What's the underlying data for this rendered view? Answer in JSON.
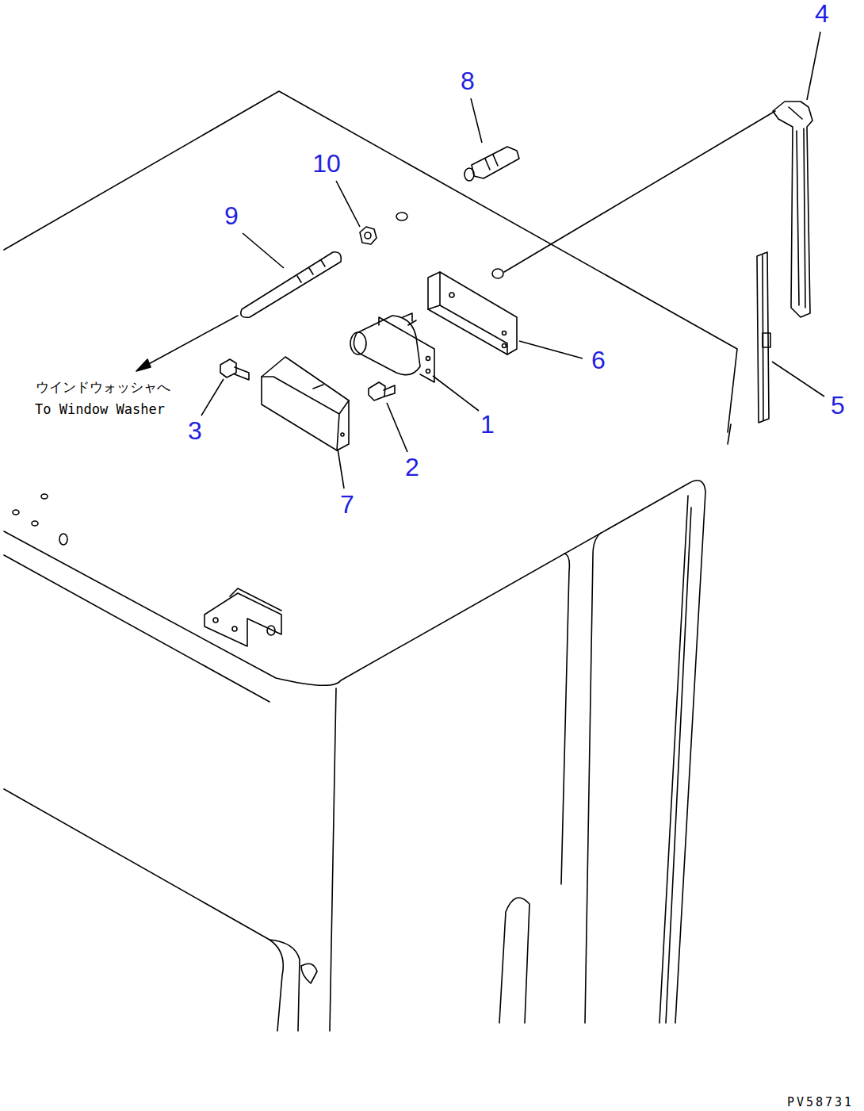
{
  "diagram": {
    "labels": [
      "4",
      "8",
      "10",
      "9",
      "ウインドウォッシャへ",
      "To Window Washer",
      "3",
      "7",
      "2",
      "1",
      "6",
      "5",
      "PV58731"
    ]
  }
}
